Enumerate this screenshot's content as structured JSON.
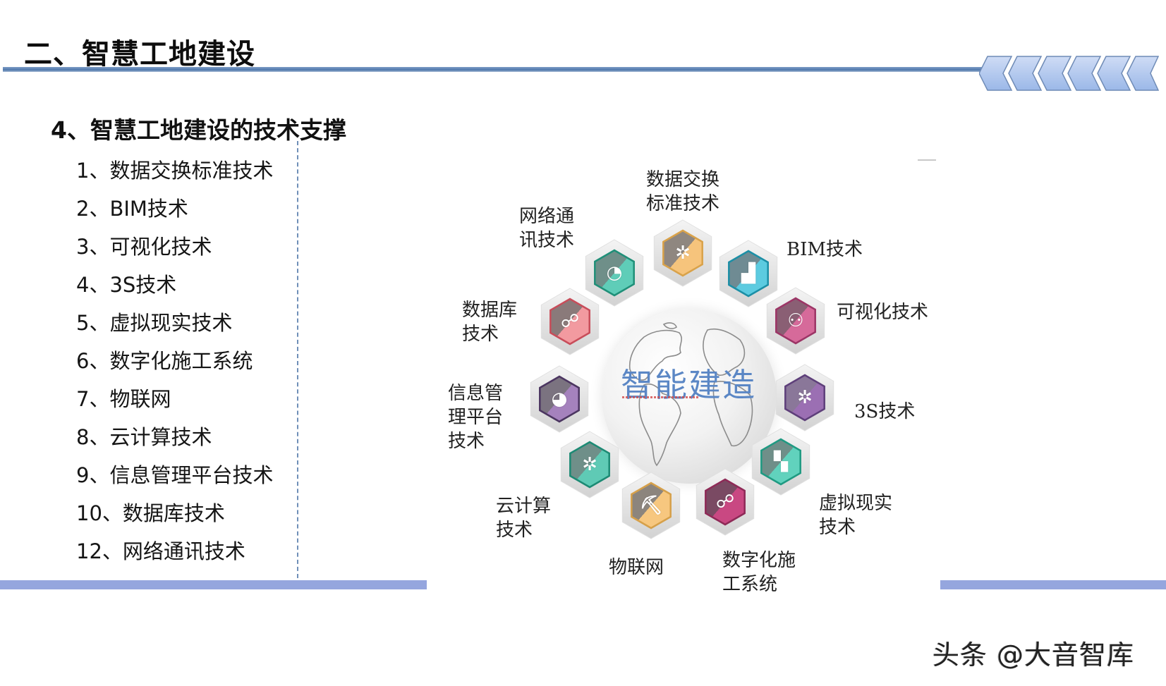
{
  "header": {
    "title": "二、智慧工地建设",
    "accent_color": "#4f78ac",
    "chevron_count": 6
  },
  "section": {
    "title": "4、智慧工地建设的技术支撑"
  },
  "tech_list": [
    "1、数据交换标准技术",
    "2、BIM技术",
    "3、可视化技术",
    "4、3S技术",
    "5、虚拟现实技术",
    "6、数字化施工系统",
    "7、物联网",
    "8、云计算技术",
    "9、信息管理平台技术",
    "10、数据库技术",
    "12、网络通讯技术"
  ],
  "diagram": {
    "center_label": "智能建造",
    "nodes": [
      {
        "id": "network",
        "label": "网络通\n讯技术",
        "color_a": "#6f8f89",
        "color_b": "#5fcdb8",
        "edge": "#1f8f78",
        "icon": "pie-chart-icon",
        "glyph": "◔"
      },
      {
        "id": "data-exchange",
        "label": "数据交换\n标准技术",
        "color_a": "#8f8780",
        "color_b": "#f6c47c",
        "edge": "#d9a24a",
        "icon": "gear-icon",
        "glyph": "✲"
      },
      {
        "id": "bim",
        "label": "BIM技术",
        "color_a": "#6f8b93",
        "color_b": "#5ccbe0",
        "edge": "#1c8fa6",
        "icon": "bar-growth-icon",
        "glyph": "▟"
      },
      {
        "id": "visual",
        "label": "可视化技术",
        "color_a": "#8a5f74",
        "color_b": "#d66a9a",
        "edge": "#9c3566",
        "icon": "medal-icon",
        "glyph": "⚇"
      },
      {
        "id": "3s",
        "label": "3S技术",
        "color_a": "#8a7799",
        "color_b": "#9b6fb3",
        "edge": "#5e3f7a",
        "icon": "gear-icon",
        "glyph": "✲"
      },
      {
        "id": "vr",
        "label": "虚拟现实\n技术",
        "color_a": "#6f8f89",
        "color_b": "#61d2bd",
        "edge": "#1f9a82",
        "icon": "shapes-icon",
        "glyph": "▚"
      },
      {
        "id": "digital",
        "label": "数字化施\n工系统",
        "color_a": "#7a4a63",
        "color_b": "#c94882",
        "edge": "#8e2a57",
        "icon": "network-icon",
        "glyph": "☍"
      },
      {
        "id": "iot",
        "label": "物联网",
        "color_a": "#8c857d",
        "color_b": "#f7c77f",
        "edge": "#d6a04a",
        "icon": "worker-icon",
        "glyph": "⛏"
      },
      {
        "id": "cloud",
        "label": "云计算\n技术",
        "color_a": "#6f8f89",
        "color_b": "#5fcab5",
        "edge": "#1c8a74",
        "icon": "gear-icon",
        "glyph": "✲"
      },
      {
        "id": "info",
        "label": "信息管\n理平台\n技术",
        "color_a": "#7b7380",
        "color_b": "#a582bd",
        "edge": "#4b3560",
        "icon": "pie-chart-icon",
        "glyph": "◕"
      },
      {
        "id": "database",
        "label": "数据库\n技术",
        "color_a": "#8a7a7a",
        "color_b": "#f29aa0",
        "edge": "#c84d5a",
        "icon": "network-icon",
        "glyph": "☍"
      }
    ]
  },
  "footer": {
    "watermark": "头条 @大音智库",
    "bar_color": "#95a6de"
  }
}
